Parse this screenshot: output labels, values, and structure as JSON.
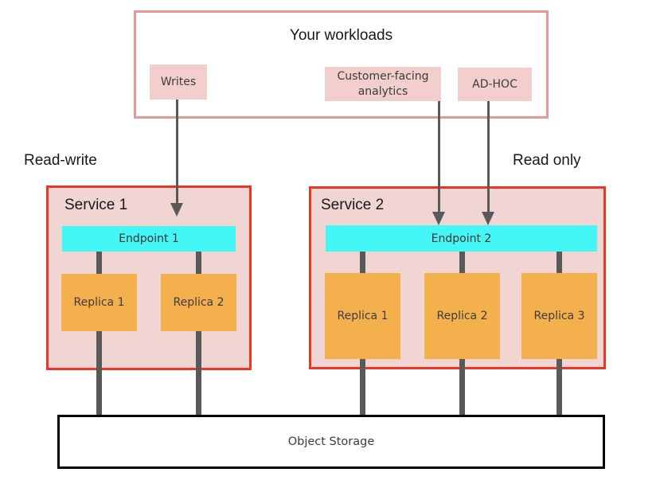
{
  "workloads": {
    "title": "Your workloads",
    "items": [
      {
        "label": "Writes"
      },
      {
        "label": "Customer-facing analytics"
      },
      {
        "label": "AD-HOC"
      }
    ]
  },
  "labels": {
    "read_write": "Read-write",
    "read_only": "Read only"
  },
  "services": [
    {
      "title": "Service 1",
      "endpoint": {
        "label": "Endpoint 1"
      },
      "replicas": [
        {
          "label": "Replica 1"
        },
        {
          "label": "Replica 2"
        }
      ]
    },
    {
      "title": "Service 2",
      "endpoint": {
        "label": "Endpoint 2"
      },
      "replicas": [
        {
          "label": "Replica 1"
        },
        {
          "label": "Replica 2"
        },
        {
          "label": "Replica 3"
        }
      ]
    }
  ],
  "storage": {
    "label": "Object Storage"
  },
  "colors": {
    "workloads_border": "#e59895",
    "workload_item_fill": "#f2cecd",
    "service_border": "#ee3524",
    "service_fill": "#f0d5d3",
    "endpoint_fill": "#45f6f6",
    "replica_fill": "#f5b04e",
    "connector_gray": "#595959",
    "storage_border": "#000000"
  }
}
